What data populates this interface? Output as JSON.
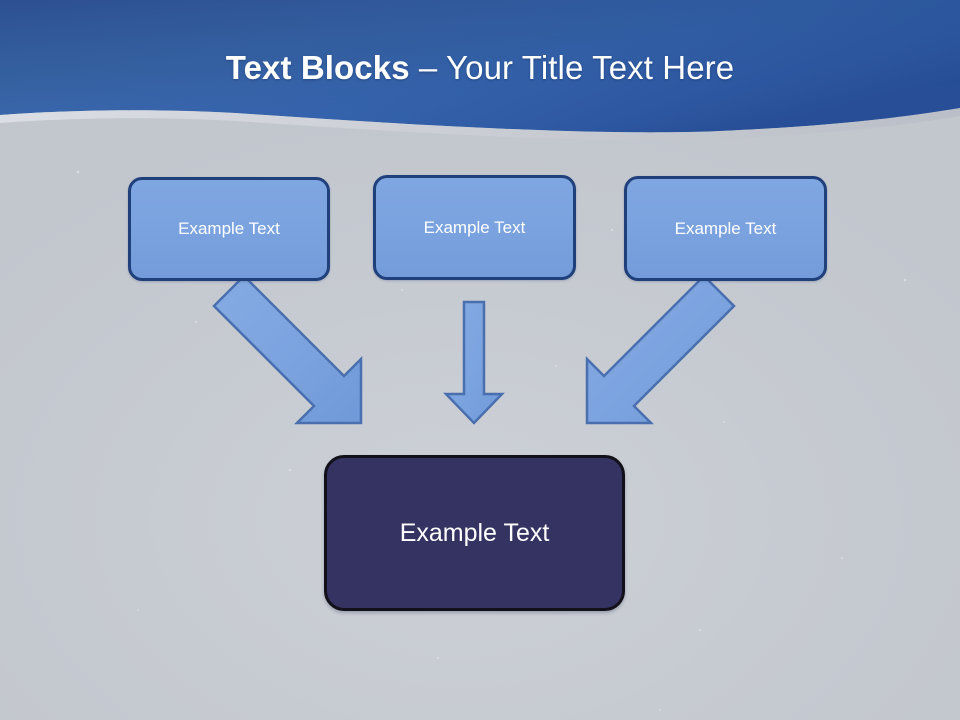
{
  "slide": {
    "title": {
      "bold_part": "Text Blocks",
      "light_part": " – Your Title Text Here",
      "full": "Text Blocks – Your Title Text Here"
    },
    "colors": {
      "header_gradient_start": "#3c63a0",
      "header_gradient_end": "#2a5cab",
      "background": "#c9cdd3",
      "box_top_fill": "#7ba3df",
      "box_top_border": "#20407c",
      "box_result_fill": "#343361",
      "box_result_border": "#121018",
      "arrow_fill": "#7ba3df",
      "arrow_border": "#4a6fae",
      "text": "#ffffff"
    },
    "top_boxes": [
      {
        "id": "box-1",
        "label": "Example Text"
      },
      {
        "id": "box-2",
        "label": "Example Text"
      },
      {
        "id": "box-3",
        "label": "Example Text"
      }
    ],
    "result_box": {
      "id": "box-result",
      "label": "Example Text"
    },
    "arrows": [
      {
        "name": "arrow-diagonal-down-right",
        "direction": "down-right",
        "from": "box-1",
        "to": "box-result"
      },
      {
        "name": "arrow-down",
        "direction": "down",
        "from": "box-2",
        "to": "box-result"
      },
      {
        "name": "arrow-diagonal-down-left",
        "direction": "down-left",
        "from": "box-3",
        "to": "box-result"
      }
    ]
  }
}
